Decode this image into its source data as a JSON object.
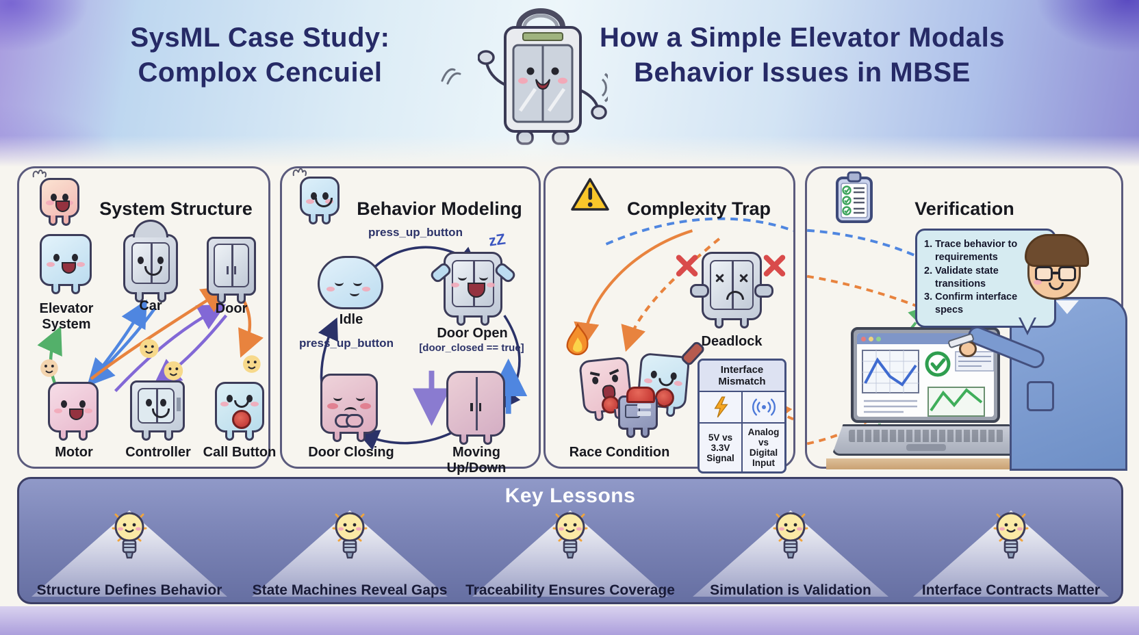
{
  "header": {
    "title_left1": "SysML Case Study:",
    "title_left2": "Complox Cencuiel",
    "title_right1": "How a Simple Elevator Modals",
    "title_right2": "Behavior Issues in MBSE"
  },
  "panel_structure": {
    "title": "System Structure",
    "labels": {
      "elevator_system": "Elevator System",
      "car": "Car",
      "door": "Door",
      "motor": "Motor",
      "controller": "Controller",
      "call_button": "Call Button"
    }
  },
  "panel_behavior": {
    "title": "Behavior Modeling",
    "transition_top": "press_up_button",
    "transition_left": "press_up_button",
    "sleep": "zZ",
    "states": {
      "idle": "Idle",
      "door_open": "Door Open",
      "door_open_guard": "[door_closed == true]",
      "door_closing": "Door Closing",
      "moving": "Moving Up/Down"
    }
  },
  "panel_complexity": {
    "title": "Complexity Trap",
    "deadlock": "Deadlock",
    "race_condition": "Race Condition",
    "mismatch": {
      "title": "Interface Mismatch",
      "left": "5V vs 3.3V Signal",
      "right": "Analog vs Digital Input"
    }
  },
  "panel_verification": {
    "title": "Verification",
    "checklist": [
      "1. Trace behavior to requirements",
      "2. Validate state transitions",
      "3. Confirm interface specs"
    ]
  },
  "key_lessons": {
    "title": "Key Lessons",
    "items": [
      "Structure Defines Behavior",
      "State Machines Reveal Gaps",
      "Traceability Ensures Coverage",
      "Simulation is Validation",
      "Interface Contracts Matter"
    ]
  },
  "icons": {
    "hero_mascot": "elevator-mascot",
    "structure_mascot": "pink-block-character",
    "behavior_mascot": "blue-block-character",
    "complexity": "warning-triangle",
    "verification": "checklist-clipboard",
    "mismatch_left": "lightning-bolt",
    "mismatch_right": "analog-signal-waves",
    "lesson": "smiling-lightbulb",
    "race": "flame",
    "deadlock_marks": "red-x"
  },
  "colors": {
    "navy_text": "#262a66",
    "panel_border": "#5b5b7d",
    "arrow_blue": "#4f86e0",
    "arrow_purple": "#8268d6",
    "arrow_orange": "#e8833e",
    "arrow_green": "#53b06a",
    "cycle_navy": "#2b3268",
    "warning_yellow": "#f9c62a",
    "lessons_band": "#7d86b8"
  }
}
